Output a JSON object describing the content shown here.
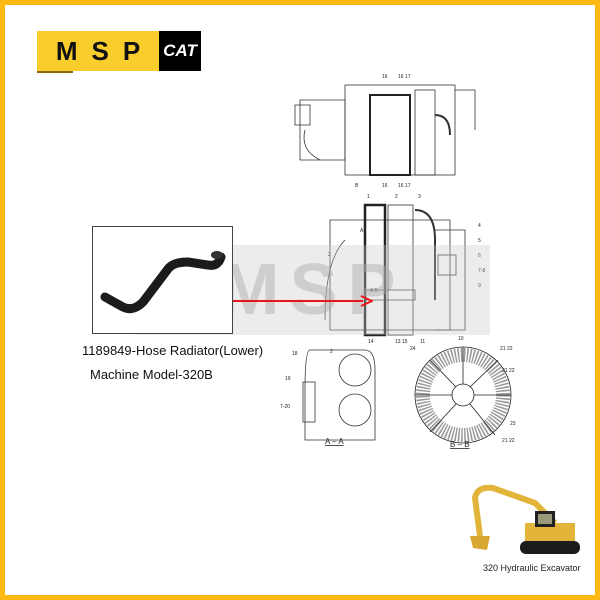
{
  "logo": {
    "brand": "MSP",
    "partner": "CAT"
  },
  "watermark": "MSP",
  "product": {
    "part_line": "1189849-Hose Radiator(Lower)",
    "model_line": "Machine Model-320B"
  },
  "diagram": {
    "callouts": [
      "16",
      "16 17",
      "B",
      "16",
      "16 17",
      "1",
      "2",
      "3",
      "A",
      "4",
      "5",
      "6",
      "7-8",
      "9",
      "2",
      "A",
      "B",
      "14",
      "13 15",
      "11",
      "10",
      "24",
      "21 22",
      "21 22",
      "23",
      "21 22",
      "18",
      "2",
      "19",
      "7-20"
    ],
    "section_labels": {
      "aa": "A – A",
      "bb": "B – B"
    }
  },
  "excavator": {
    "caption": "320 Hydraulic Excavator"
  },
  "colors": {
    "border": "#FDB913",
    "logo_yellow": "#F8CD2C",
    "arrow": "#E8161B",
    "excavator": "#E2B53A"
  }
}
